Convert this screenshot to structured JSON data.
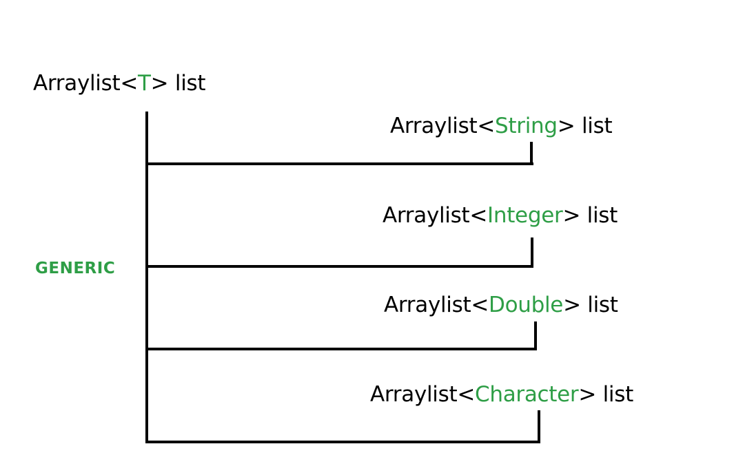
{
  "root": {
    "prefix": "Arraylist<",
    "type_param": "T",
    "suffix": "> list"
  },
  "category_label": "GENERIC",
  "branches": [
    {
      "prefix": "Arraylist<",
      "type_param": "String",
      "suffix": "> list"
    },
    {
      "prefix": "Arraylist<",
      "type_param": "Integer",
      "suffix": "> list"
    },
    {
      "prefix": "Arraylist<",
      "type_param": "Double",
      "suffix": "> list"
    },
    {
      "prefix": "Arraylist<",
      "type_param": "Character",
      "suffix": "> list"
    }
  ],
  "colors": {
    "accent": "#2e9e46",
    "text": "#000000",
    "lines": "#000000",
    "background": "#ffffff"
  }
}
